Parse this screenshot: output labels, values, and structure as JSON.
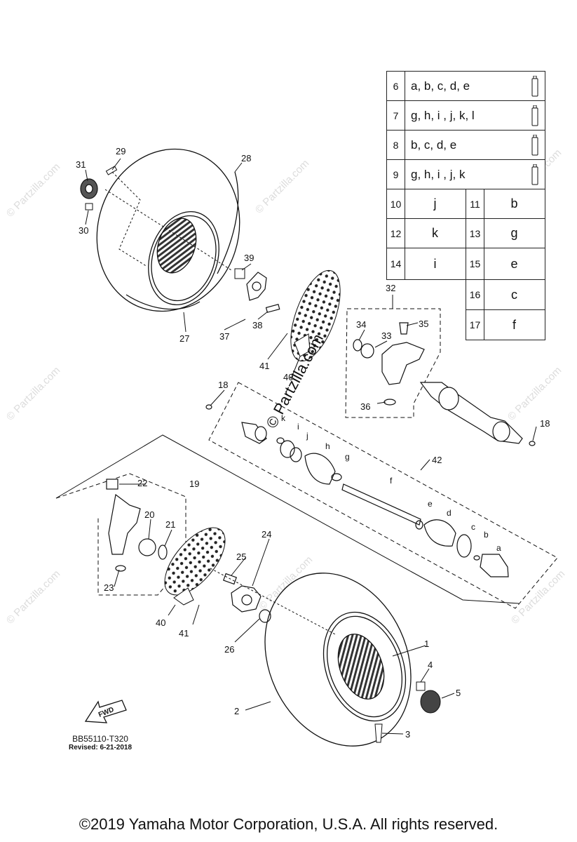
{
  "watermark": "© Partzilla.com",
  "center_watermark": "© Partzilla.com",
  "fwd_label": "FWD",
  "part_code": "BB55110-T320",
  "revised": "Revised: 6-21-2018",
  "copyright": "©2019  Yamaha Motor Corporation, U.S.A. All rights reserved.",
  "legend": {
    "kits": [
      {
        "num": "6",
        "letters": "a, b, c, d, e"
      },
      {
        "num": "7",
        "letters": "g, h, i , j, k, l"
      },
      {
        "num": "8",
        "letters": "b, c, d, e"
      },
      {
        "num": "9",
        "letters": "g, h, i , j, k"
      }
    ],
    "singles": [
      {
        "num": "10",
        "letter": "j",
        "num2": "11",
        "letter2": "b"
      },
      {
        "num": "12",
        "letter": "k",
        "num2": "13",
        "letter2": "g"
      },
      {
        "num": "14",
        "letter": "i",
        "num2": "15",
        "letter2": "e"
      },
      {
        "num2": "16",
        "letter2": "c"
      },
      {
        "num2": "17",
        "letter2": "f"
      }
    ]
  },
  "callouts": {
    "c1": "1",
    "c2": "2",
    "c3": "3",
    "c4": "4",
    "c5": "5",
    "c18a": "18",
    "c18b": "18",
    "c19": "19",
    "c20": "20",
    "c21": "21",
    "c22": "22",
    "c23": "23",
    "c24": "24",
    "c25": "25",
    "c26": "26",
    "c27": "27",
    "c28": "28",
    "c29": "29",
    "c30": "30",
    "c31": "31",
    "c32": "32",
    "c33": "33",
    "c34": "34",
    "c35": "35",
    "c36": "36",
    "c37": "37",
    "c38": "38",
    "c39": "39",
    "c40a": "40",
    "c40b": "40",
    "c41a": "41",
    "c41b": "41",
    "c42": "42",
    "la": "a",
    "lb": "b",
    "lc": "c",
    "ld": "d",
    "le": "e",
    "lf": "f",
    "lg": "g",
    "lh": "h",
    "li": "i",
    "lj": "j",
    "lk": "k"
  }
}
